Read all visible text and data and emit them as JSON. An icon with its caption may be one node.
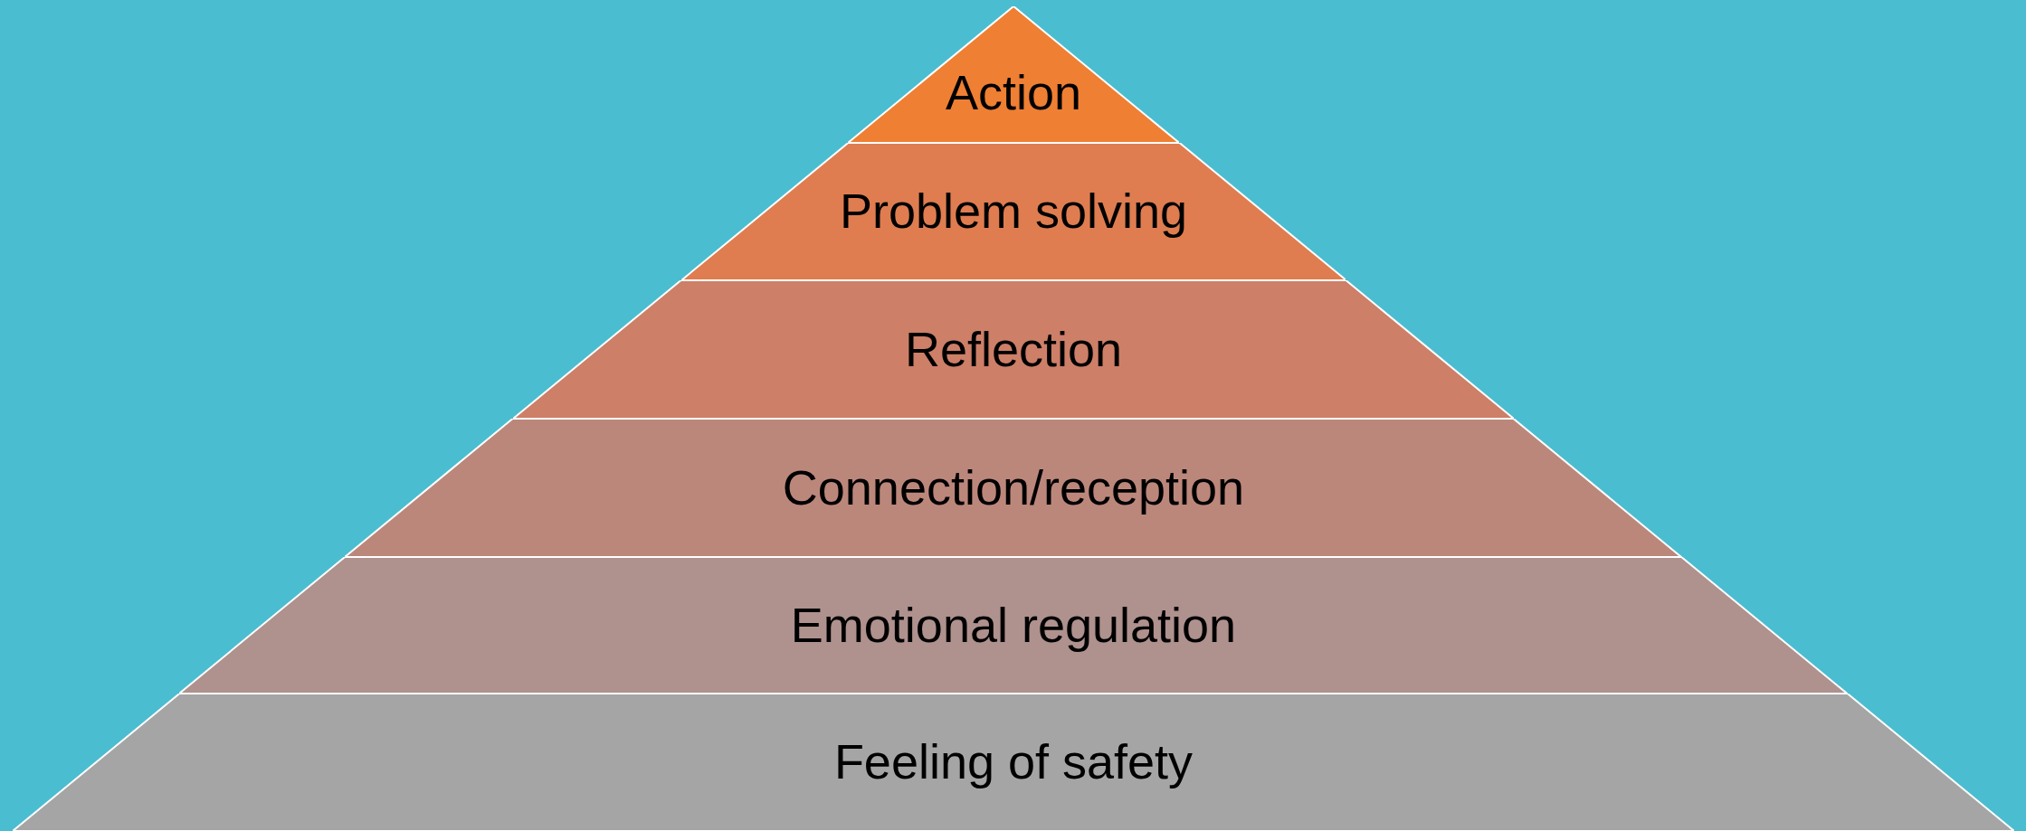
{
  "diagram": {
    "nodes": [
      {
        "text": [
          "Action"
        ]
      },
      {
        "text": [
          "Problem solving"
        ]
      },
      {
        "text": [
          "Reflection"
        ]
      },
      {
        "text": [
          "Connection/reception"
        ]
      },
      {
        "text": [
          "Emotional regulation"
        ]
      },
      {
        "text": [
          "Feeling of safety"
        ]
      }
    ]
  }
}
